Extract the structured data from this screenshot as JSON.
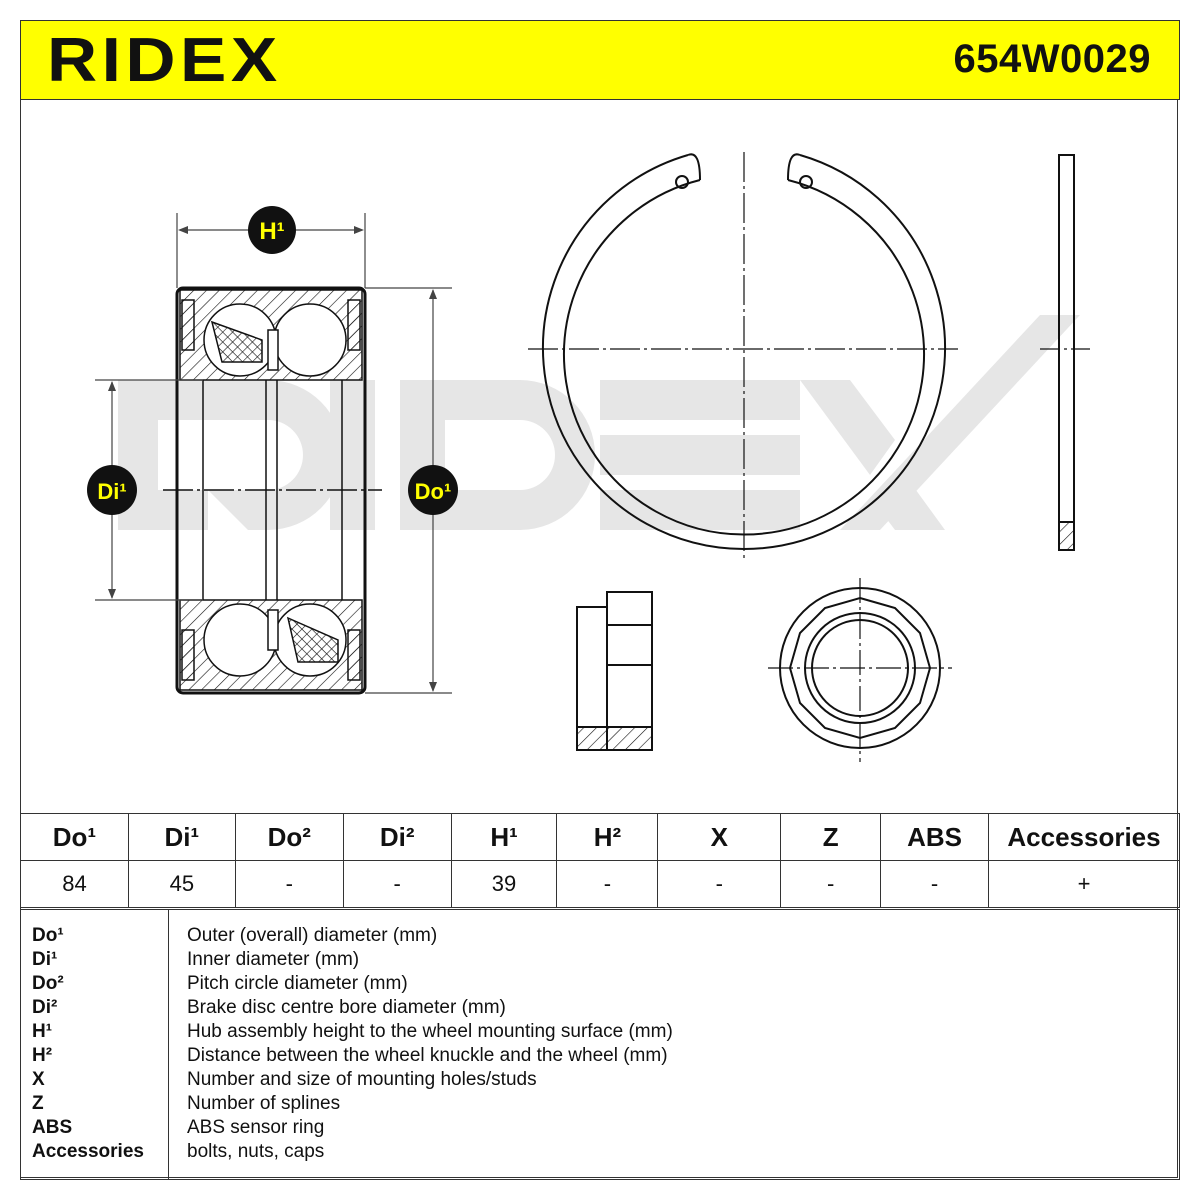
{
  "header": {
    "brand": "RIDEX",
    "part_number": "654W0029"
  },
  "drawing": {
    "labels": {
      "h1": "H¹",
      "di1": "Di¹",
      "do1": "Do¹"
    },
    "watermark": "RIDEX"
  },
  "specs": {
    "headers": [
      "Do¹",
      "Di¹",
      "Do²",
      "Di²",
      "H¹",
      "H²",
      "X",
      "Z",
      "ABS",
      "Accessories"
    ],
    "values": [
      "84",
      "45",
      "-",
      "-",
      "39",
      "-",
      "-",
      "-",
      "-",
      "+"
    ]
  },
  "legend": [
    {
      "key": "Do¹",
      "desc": "Outer (overall) diameter (mm)"
    },
    {
      "key": "Di¹",
      "desc": "Inner diameter (mm)"
    },
    {
      "key": "Do²",
      "desc": "Pitch circle diameter (mm)"
    },
    {
      "key": "Di²",
      "desc": "Brake disc centre bore diameter (mm)"
    },
    {
      "key": "H¹",
      "desc": "Hub assembly height to the wheel mounting surface (mm)"
    },
    {
      "key": "H²",
      "desc": "Distance between the wheel knuckle and the wheel (mm)"
    },
    {
      "key": "X",
      "desc": "Number and size of mounting holes/studs"
    },
    {
      "key": "Z",
      "desc": "Number of splines"
    },
    {
      "key": "ABS",
      "desc": "ABS sensor ring"
    },
    {
      "key": "Accessories",
      "desc": "bolts, nuts, caps"
    }
  ],
  "colors": {
    "accent": "#ffff00",
    "ink": "#111111",
    "watermark": "#e6e6e6"
  }
}
